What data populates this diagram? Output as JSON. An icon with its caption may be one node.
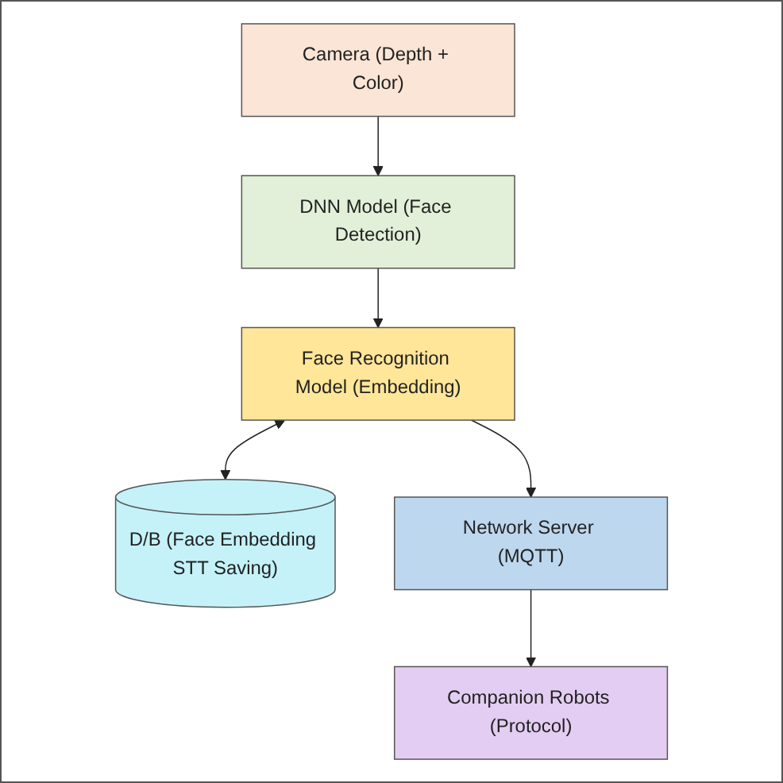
{
  "diagram": {
    "nodes": [
      {
        "text": [
          "Camera (Depth + Color)"
        ]
      },
      {
        "text": [
          "DNN Model (Face Detection)"
        ]
      },
      {
        "text": [
          "Face Recognition Model (Embedding)"
        ]
      },
      {
        "text": [
          "D/B (Face Embedding STT Saving)"
        ]
      },
      {
        "text": [
          "Network Server (MQTT)"
        ]
      },
      {
        "text": [
          "Companion Robots (Protocol)"
        ]
      }
    ],
    "edges": [
      {
        "from": 0,
        "to": 1,
        "arrow": "to"
      },
      {
        "from": 1,
        "to": 2,
        "arrow": "to"
      },
      {
        "from": 2,
        "to": 3,
        "arrow": "both"
      },
      {
        "from": 2,
        "to": 4,
        "arrow": "to"
      },
      {
        "from": 4,
        "to": 5,
        "arrow": "to"
      }
    ]
  }
}
